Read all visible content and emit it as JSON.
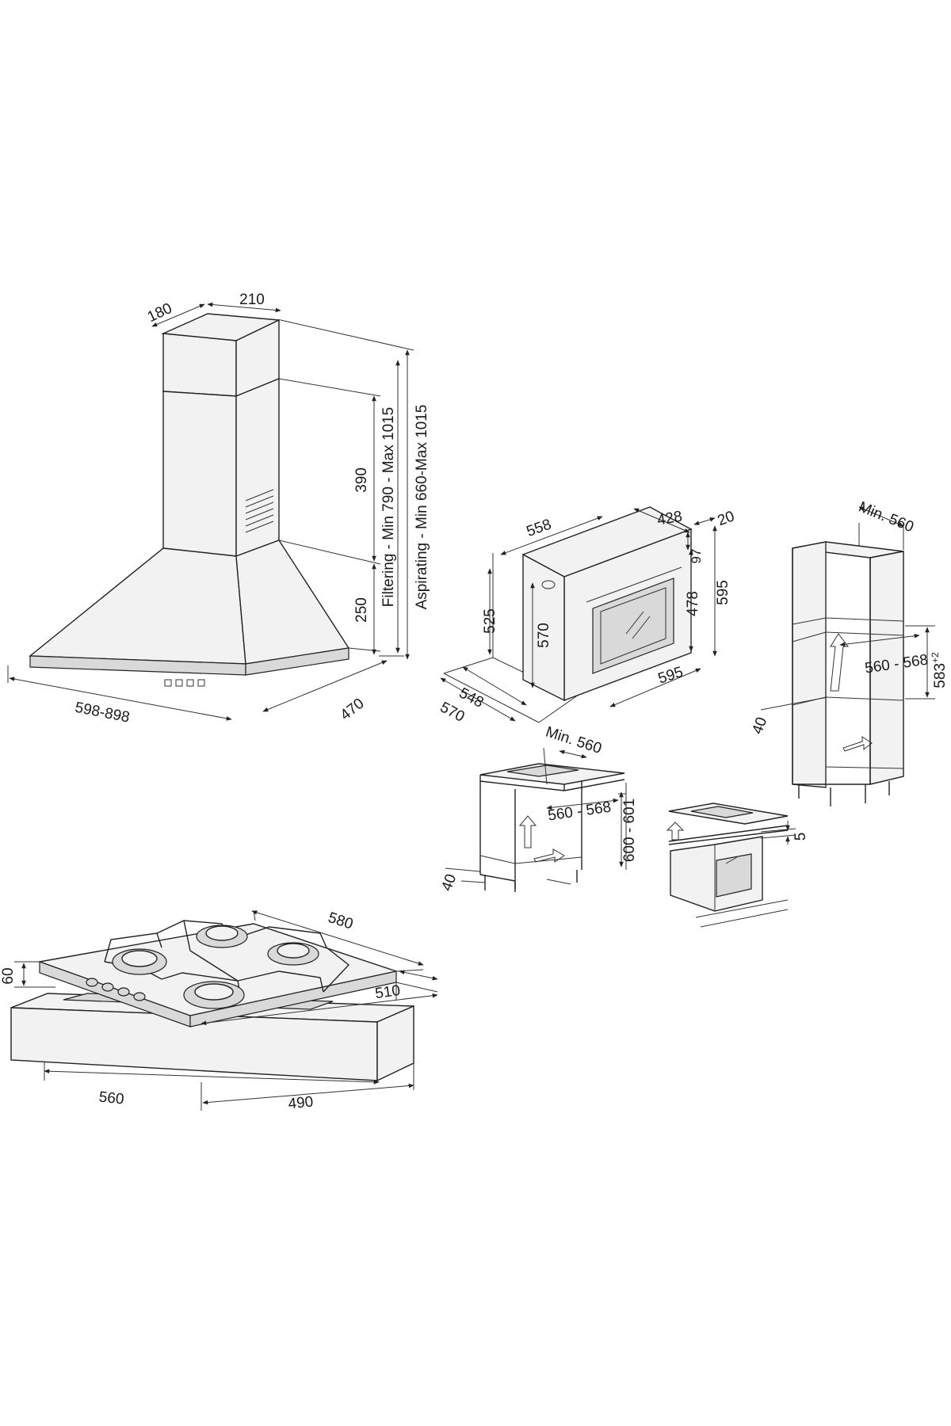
{
  "hood": {
    "d180": "180",
    "d210": "210",
    "d390": "390",
    "d250": "250",
    "filtering": "Filtering - Min 790 - Max 1015",
    "aspirating": "Aspirating - Min 660-Max 1015",
    "width": "598-898",
    "depth": "470"
  },
  "oven": {
    "d558": "558",
    "d428": "428",
    "d20": "20",
    "d97": "97",
    "d525": "525",
    "d570": "570",
    "d478": "478",
    "d595h": "595",
    "d548": "548",
    "d570b": "570",
    "d595w": "595"
  },
  "column": {
    "min560": "Min. 560",
    "width": "560 - 568",
    "height": "583",
    "height_sup": "+2",
    "d40": "40"
  },
  "undercounter": {
    "min560": "Min. 560",
    "width": "560 - 568",
    "height": "600 - 601",
    "d40": "40"
  },
  "oven_small": {
    "d5": "5"
  },
  "hob": {
    "d580": "580",
    "d60": "60",
    "d510": "510",
    "d560": "560",
    "d490": "490"
  }
}
